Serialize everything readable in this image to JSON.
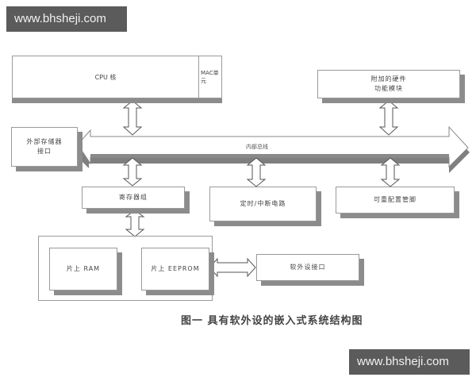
{
  "watermarks": {
    "top": "www.bhsheji.com",
    "bottom": "www.bhsheji.com"
  },
  "diagram": {
    "title": "图一 具有软外设的嵌入式系统结构图",
    "nodes": {
      "cpu_core": "CPU 核",
      "mac_unit": "MAC单元",
      "additional_hw": "附加的硬件\n功能模块",
      "additional_hw_line1": "附加的硬件",
      "additional_hw_line2": "功能模块",
      "ext_mem_if_line1": "外部存储器",
      "ext_mem_if_line2": "接口",
      "internal_bus": "内部总线",
      "register_group": "寄存器组",
      "timer_interrupt": "定时/中断电路",
      "configurable_pins": "可重配置管脚",
      "onchip_ram": "片上 RAM",
      "onchip_eeprom": "片上 EEPROM",
      "soft_peripheral_if": "软外设接口"
    },
    "edges": [
      {
        "from": "cpu_core",
        "to": "internal_bus",
        "type": "bidirectional"
      },
      {
        "from": "additional_hw",
        "to": "internal_bus",
        "type": "bidirectional"
      },
      {
        "from": "internal_bus",
        "to": "ext_mem_if",
        "type": "directed"
      },
      {
        "from": "internal_bus",
        "to": "register_group",
        "type": "bidirectional"
      },
      {
        "from": "internal_bus",
        "to": "timer_interrupt",
        "type": "bidirectional"
      },
      {
        "from": "internal_bus",
        "to": "configurable_pins",
        "type": "bidirectional"
      },
      {
        "from": "register_group",
        "to": "onchip_memory_group",
        "type": "bidirectional"
      },
      {
        "from": "onchip_eeprom",
        "to": "soft_peripheral_if",
        "type": "bidirectional"
      }
    ]
  },
  "colors": {
    "border": "#9a9a9a",
    "shadow": "#8c8c8c",
    "watermark_bg": "#5b5b5b",
    "watermark_text": "#f2f2f2"
  }
}
